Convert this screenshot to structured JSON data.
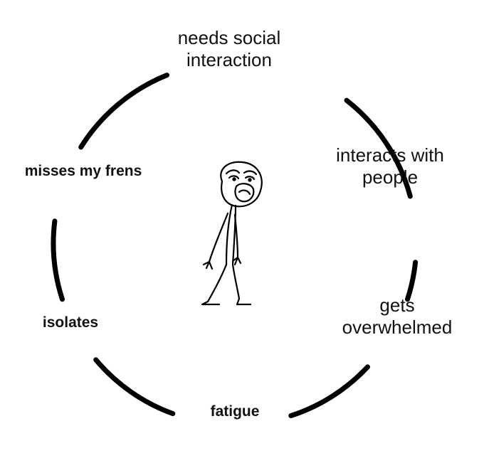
{
  "diagram": {
    "cycle_steps": [
      "needs social\ninteraction",
      "interacts with\npeople",
      "gets\noverwhelmed",
      "fatigue",
      "isolates",
      "misses my frens"
    ],
    "colors": {
      "background": "#ffffff",
      "ink": "#000000"
    },
    "center_figure": "stick-figure-icon"
  }
}
